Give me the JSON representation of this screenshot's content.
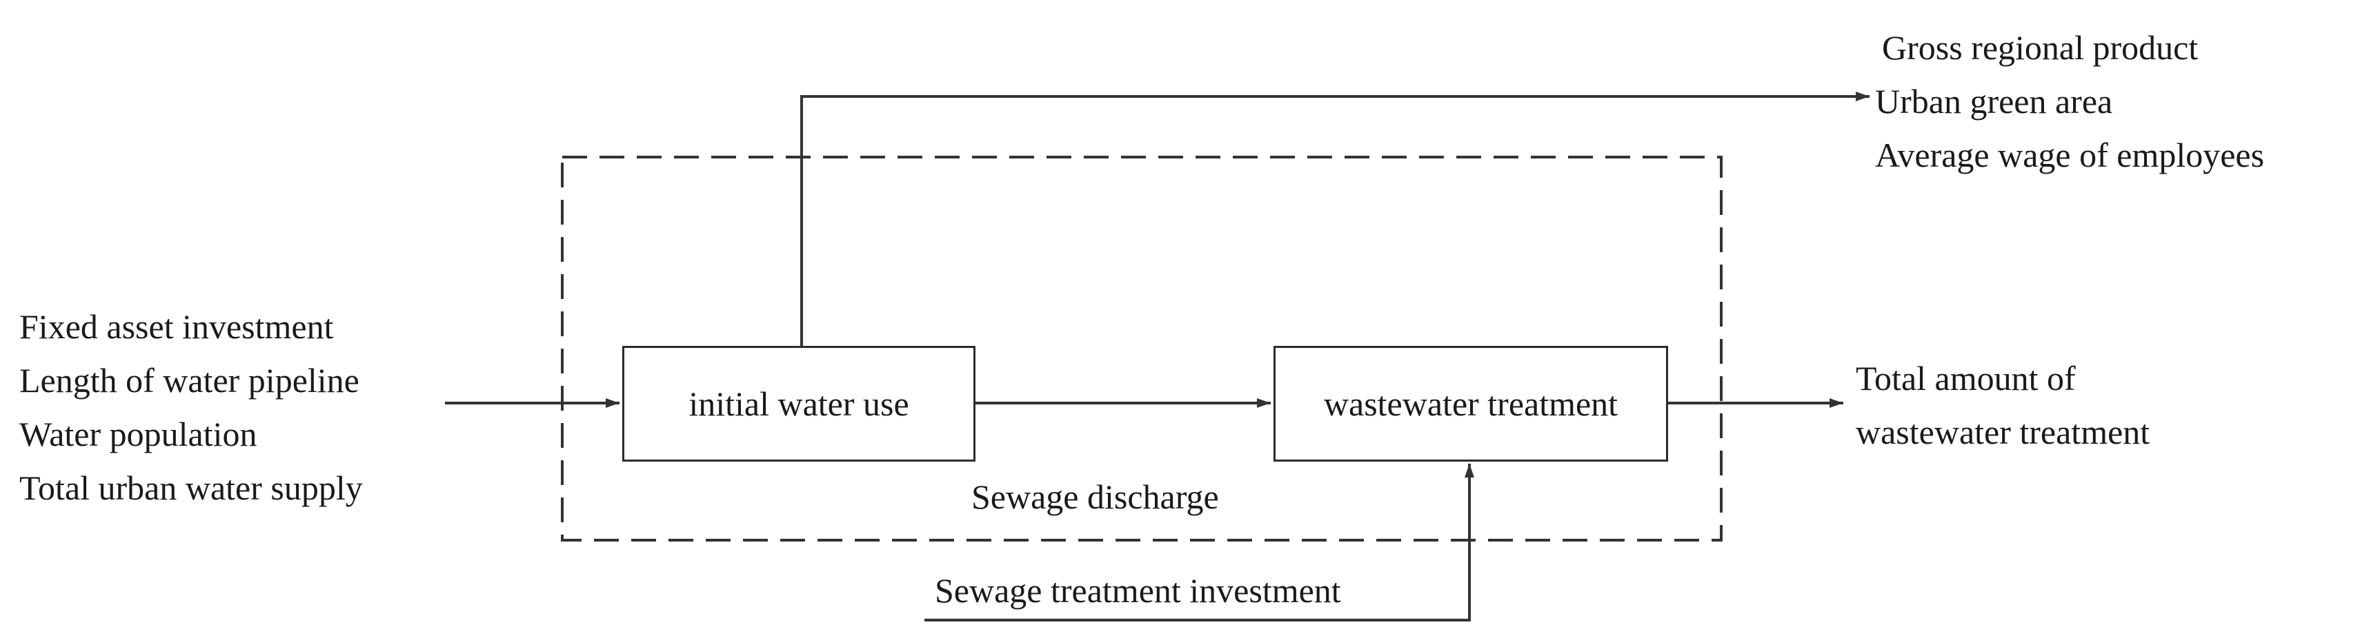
{
  "inputs": {
    "lines": [
      "Fixed asset investment",
      "Length of water pipeline",
      "Water population",
      "Total urban water supply"
    ]
  },
  "outputs_top": {
    "lines": [
      "Gross regional product",
      "Urban green area",
      "Average wage of employees"
    ]
  },
  "outputs_right": {
    "lines": [
      "Total amount of",
      "wastewater treatment"
    ]
  },
  "stages": {
    "initial": "initial water use",
    "treatment": "wastewater treatment"
  },
  "intermediate_label": "Sewage discharge",
  "extra_input_label": "Sewage treatment investment"
}
